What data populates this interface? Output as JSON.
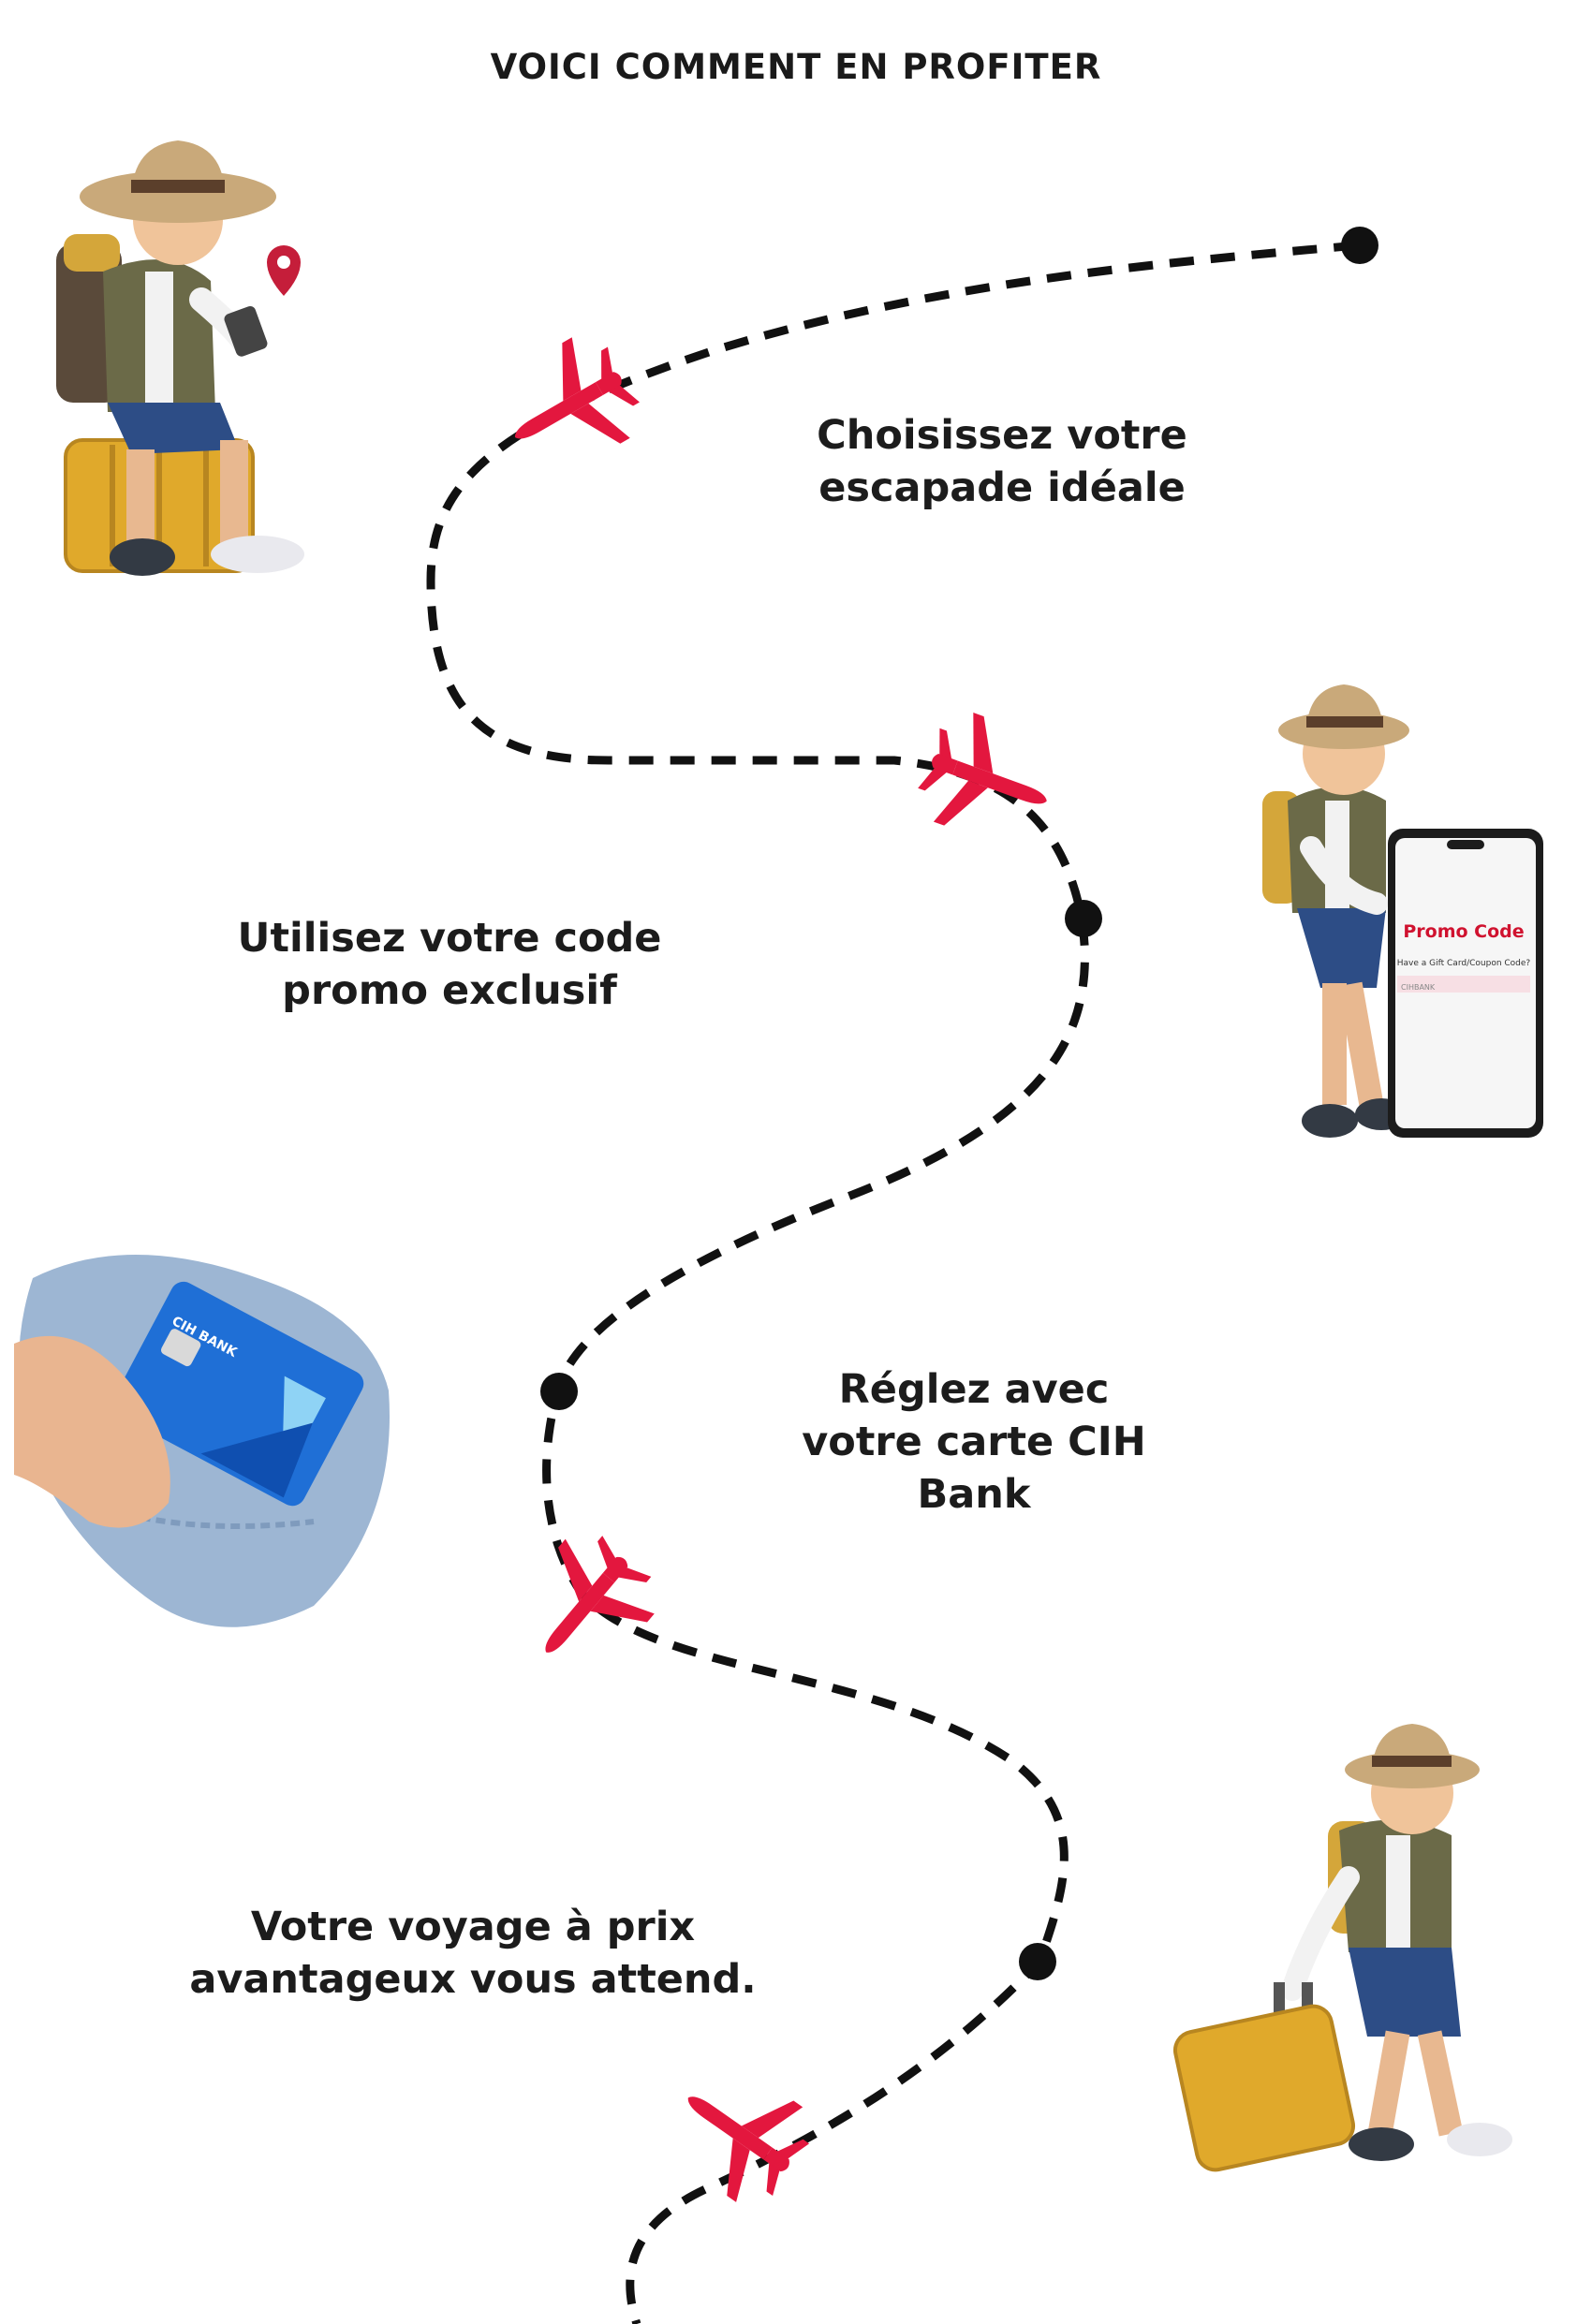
{
  "page": {
    "title": "VOICI COMMENT EN PROFITER"
  },
  "steps": [
    {
      "text": "Choisissez votre\nescapade idéale",
      "illustration": "traveler-sitting-on-suitcase-with-phone"
    },
    {
      "text": "Utilisez votre code\npromo exclusif",
      "illustration": "traveler-leaning-on-phone-promo-code"
    },
    {
      "text": "Réglez avec\nvotre carte CIH\nBank",
      "illustration": "hand-pulling-cih-bank-card-from-pocket"
    },
    {
      "text": "Votre voyage à prix\navantageux vous attend.",
      "illustration": "traveler-walking-with-suitcase"
    }
  ],
  "phone": {
    "heading": "Promo Code",
    "question": "Have a Gift Card/Coupon Code?",
    "field_value": "CIHBANK"
  },
  "card": {
    "brand": "CIH BANK"
  },
  "colors": {
    "accent": "#e3173e",
    "path": "#111111",
    "suitcase": "#e0a92b",
    "card": "#1f6fd6"
  },
  "icons": [
    "airplane-icon",
    "map-pin-icon",
    "waypoint-dot"
  ]
}
